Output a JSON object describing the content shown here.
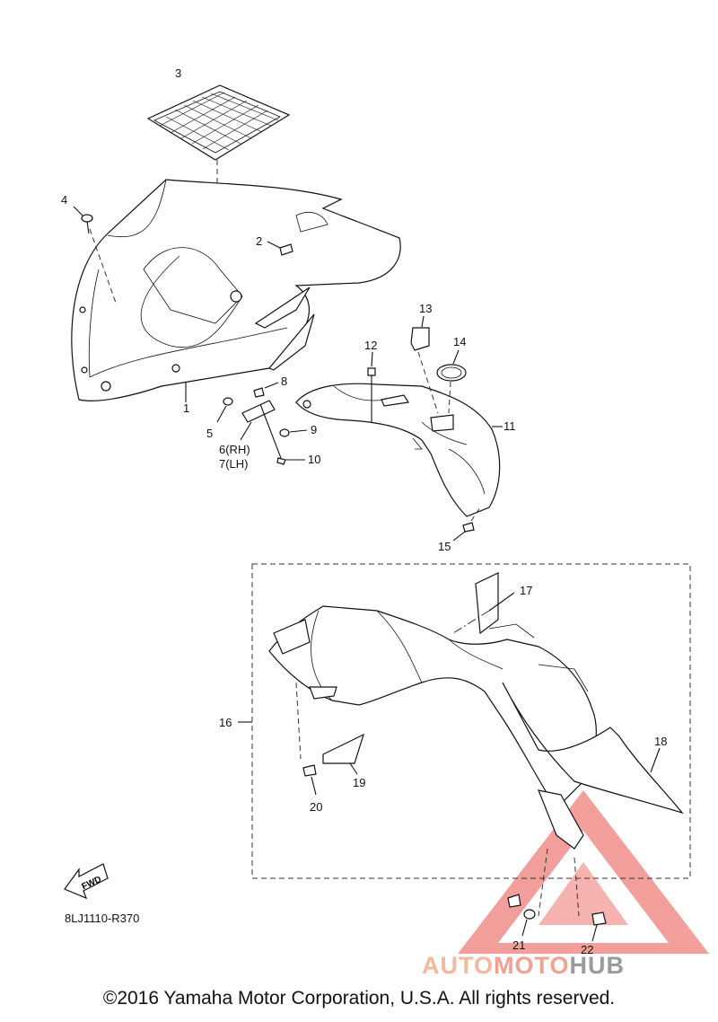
{
  "callouts": {
    "c1": "1",
    "c2": "2",
    "c3": "3",
    "c4": "4",
    "c5": "5",
    "c6": "6(RH)",
    "c7": "7(LH)",
    "c8": "8",
    "c9": "9",
    "c10": "10",
    "c11": "11",
    "c12": "12",
    "c13": "13",
    "c14": "14",
    "c15": "15",
    "c16": "16",
    "c17": "17",
    "c18": "18",
    "c19": "19",
    "c20": "20",
    "c21": "21",
    "c22": "22"
  },
  "fwd_label": "FWD",
  "part_code": "8LJ1110-R370",
  "copyright": "©2016 Yamaha Motor Corporation, U.S.A. All rights reserved.",
  "watermark": {
    "part_a": "AUTO",
    "part_b": "MOTO",
    "part_c": "HUB"
  },
  "colors": {
    "watermark_red": "#e8524a",
    "watermark_orange": "#f5b89a",
    "watermark_gray": "#9a9a9a"
  }
}
